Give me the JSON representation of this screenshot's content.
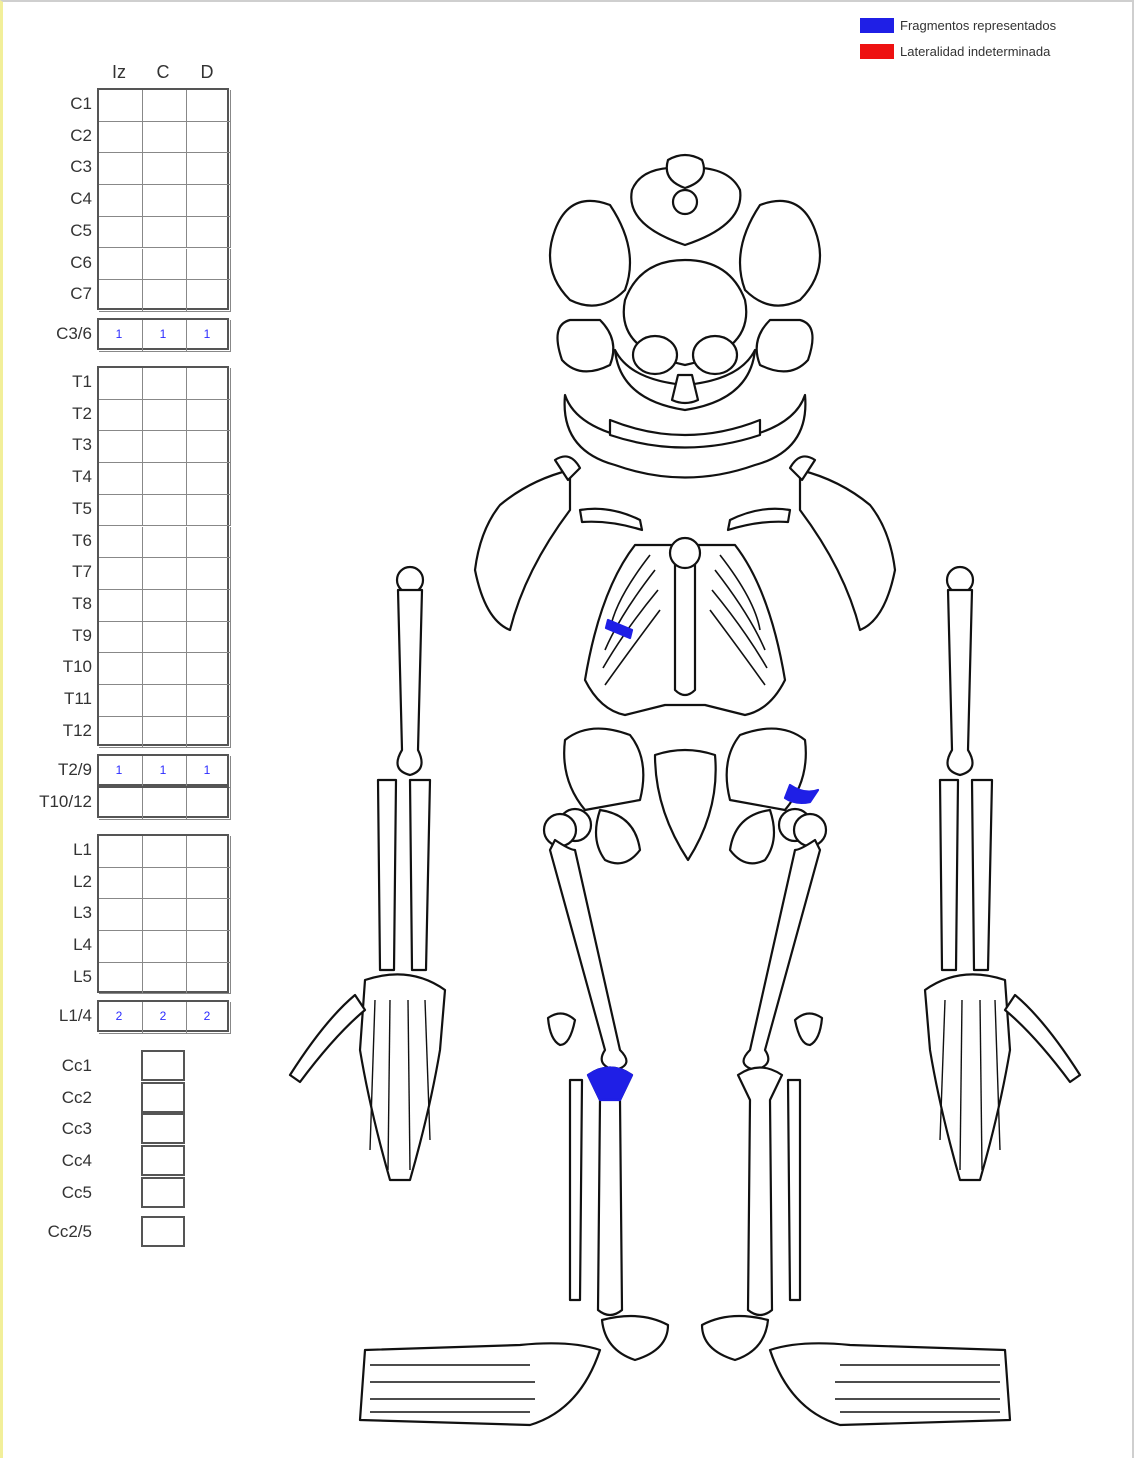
{
  "legend": {
    "items": [
      {
        "label": "Fragmentos representados",
        "color": "#1f1fe6"
      },
      {
        "label": "Lateralidad indeterminada",
        "color": "#ee1111"
      }
    ]
  },
  "columns": [
    "Iz",
    "C",
    "D"
  ],
  "cervical": {
    "rows": [
      "C1",
      "C2",
      "C3",
      "C4",
      "C5",
      "C6",
      "C7"
    ],
    "summary_label": "C3/6",
    "summary_values": [
      "1",
      "1",
      "1"
    ]
  },
  "thoracic": {
    "rows": [
      "T1",
      "T2",
      "T3",
      "T4",
      "T5",
      "T6",
      "T7",
      "T8",
      "T9",
      "T10",
      "T11",
      "T12"
    ],
    "summary_label": "T2/9",
    "summary_values": [
      "1",
      "1",
      "1"
    ],
    "summary2_label": "T10/12"
  },
  "lumbar": {
    "rows": [
      "L1",
      "L2",
      "L3",
      "L4",
      "L5"
    ],
    "summary_label": "L1/4",
    "summary_values": [
      "2",
      "2",
      "2"
    ]
  },
  "coccyx": {
    "rows": [
      "Cc1",
      "Cc2",
      "Cc3",
      "Cc4",
      "Cc5"
    ],
    "summary_label": "Cc2/5"
  },
  "colors": {
    "outline": "#111111",
    "represented": "#1f1fe6"
  }
}
